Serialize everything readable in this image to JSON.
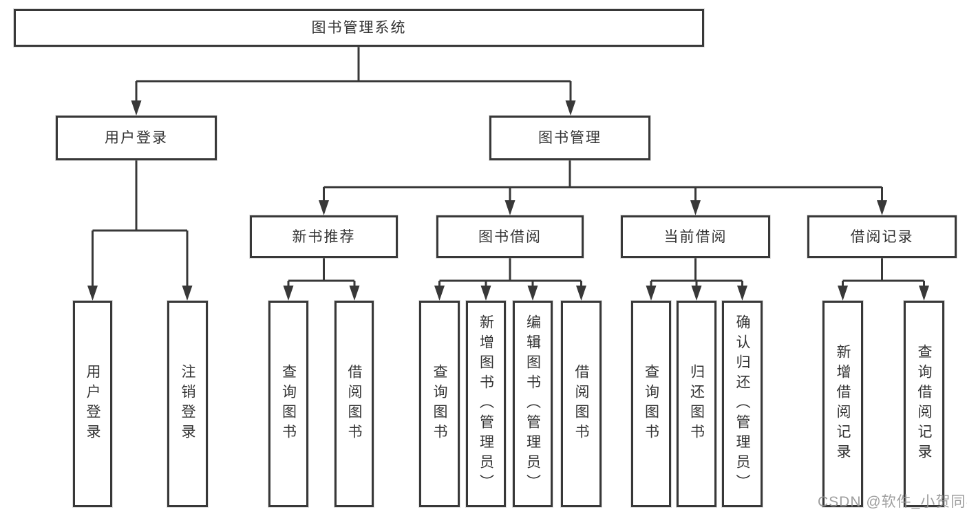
{
  "diagram_title": "图书管理系统",
  "tree": {
    "root": {
      "label": "图书管理系统"
    },
    "children": [
      {
        "label": "用户登录",
        "children": [
          {
            "label": "用户登录"
          },
          {
            "label": "注销登录"
          }
        ]
      },
      {
        "label": "图书管理",
        "children": [
          {
            "label": "新书推荐",
            "children": [
              {
                "label": "查询图书"
              },
              {
                "label": "借阅图书"
              }
            ]
          },
          {
            "label": "图书借阅",
            "children": [
              {
                "label": "查询图书"
              },
              {
                "label": "新增图书（管理员）"
              },
              {
                "label": "编辑图书（管理员）"
              },
              {
                "label": "借阅图书"
              }
            ]
          },
          {
            "label": "当前借阅",
            "children": [
              {
                "label": "查询图书"
              },
              {
                "label": "归还图书"
              },
              {
                "label": "确认归还（管理员）"
              }
            ]
          },
          {
            "label": "借阅记录",
            "children": [
              {
                "label": "新增借阅记录"
              },
              {
                "label": "查询借阅记录"
              }
            ]
          }
        ]
      }
    ]
  },
  "watermark": {
    "text": "CSDN @软件_小贺同学"
  },
  "colors": {
    "line": "#383838",
    "text": "#333333",
    "watermark": "#969696",
    "background": "#ffffff"
  }
}
